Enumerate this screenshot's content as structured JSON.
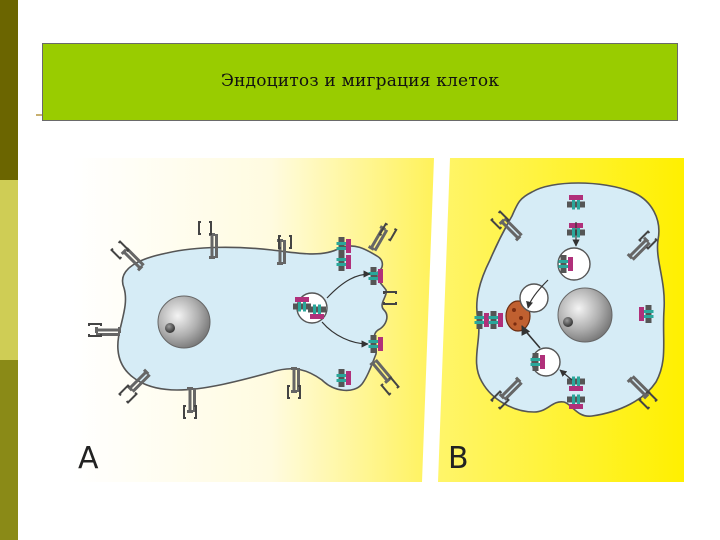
{
  "slide": {
    "title": "Эндоцитоз и миграция клеток"
  },
  "figure": {
    "panels": [
      {
        "label": "A"
      },
      {
        "label": "B"
      }
    ]
  },
  "colors": {
    "accent_bar_dark": "#6b6500",
    "accent_bar_light": "#cfcd55",
    "title_fill": "#99cc00",
    "cell_fill": "#d6ecf6",
    "panel_background_yellow": "#fff04a",
    "receptor_green": "#2aa79b",
    "receptor_magenta": "#b0307a"
  }
}
